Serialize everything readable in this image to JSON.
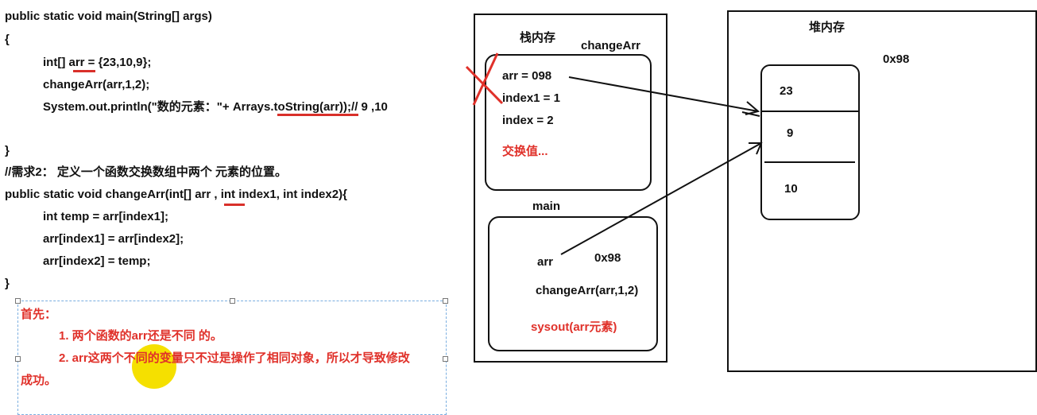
{
  "code": {
    "line1": "public static void main(String[] args)",
    "line2": "{",
    "line3_pre": "int[] ",
    "line3_var": "arr",
    "line3_post": " = {23,10,9};",
    "line4": "changeArr(arr,1,2);",
    "line5_pre": "System.out.println(\"数的元素：\"+ ",
    "line5_method": "Arrays.toString",
    "line5_post": "(arr));// 9 ,10",
    "line6": "}",
    "comment": "//需求2： 定义一个函数交换数组中两个 元素的位置。",
    "sig_pre": "public  static void changeArr(int[] ",
    "sig_var": "arr",
    "sig_post": " , int index1,  int  index2){",
    "body1": "int temp = arr[index1];",
    "body2": "arr[index1] = arr[index2];",
    "body3": "arr[index2] = temp;",
    "close": "}"
  },
  "note": {
    "heading": "首先：",
    "point1": "1. 两个函数的arr还是不同 的。",
    "point2": "2. arr这两个不同的变量只不过是操作了相同对象，所以才导致修改",
    "point2_cont": "成功。"
  },
  "stack": {
    "title": "栈内存",
    "change_frame": {
      "title": "changeArr",
      "line1": "arr  = 098",
      "line2": "index1 = 1",
      "line3": "index = 2",
      "line4": "交换值..."
    },
    "main_frame": {
      "title": "main",
      "var": "arr",
      "addr": "0x98",
      "call": "changeArr(arr,1,2)",
      "print": "sysout(arr元素)"
    }
  },
  "heap": {
    "title": "堆内存",
    "addr": "0x98",
    "cells": [
      "23",
      "9",
      "10"
    ]
  },
  "colors": {
    "accent_red": "#e0312a",
    "line": "#111111",
    "note_border": "#7aaee0",
    "cursor": "#f5e000"
  }
}
